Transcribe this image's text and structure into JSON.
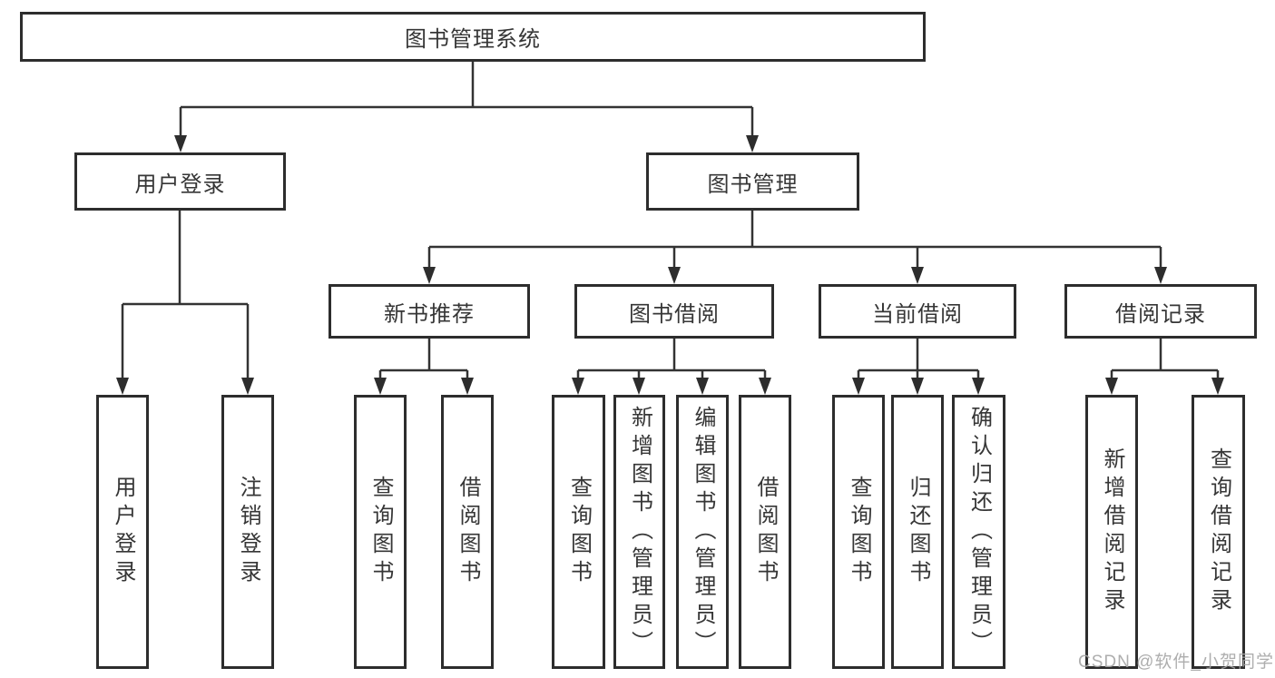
{
  "diagram": {
    "root": "图书管理系统",
    "branches": [
      {
        "label": "用户登录",
        "children": [
          "用户登录",
          "注销登录"
        ]
      },
      {
        "label": "图书管理",
        "children": [
          {
            "label": "新书推荐",
            "children": [
              "查询图书",
              "借阅图书"
            ]
          },
          {
            "label": "图书借阅",
            "children": [
              "查询图书",
              "新增图书（管理员）",
              "编辑图书（管理员）",
              "借阅图书"
            ]
          },
          {
            "label": "当前借阅",
            "children": [
              "查询图书",
              "归还图书",
              "确认归还（管理员）"
            ]
          },
          {
            "label": "借阅记录",
            "children": [
              "新增借阅记录",
              "查询借阅记录"
            ]
          }
        ]
      }
    ]
  },
  "watermark": "CSDN @软件_小贺同学",
  "colors": {
    "box_border": "#2d2d2d",
    "connector_line": "#333333",
    "text": "#363636",
    "watermark_text": "#a5a5a5",
    "background": "#ffffff"
  }
}
